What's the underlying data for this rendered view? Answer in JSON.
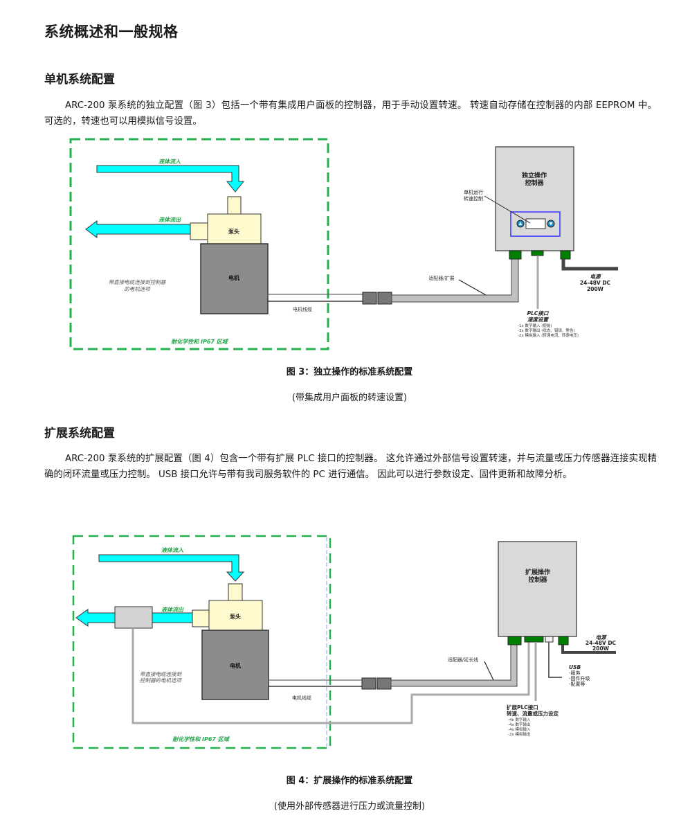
{
  "page": {
    "title": "系统概述和一般规格",
    "section1": {
      "heading": "单机系统配置",
      "paragraph": "ARC-200 泵系统的独立配置（图 3）包括一个带有集成用户面板的控制器，用于手动设置转速。 转速自动存储在控制器的内部 EEPROM 中。 可选的，转速也可以用模拟信号设置。",
      "figure": {
        "caption": "图 3：独立操作的标准系统配置",
        "subcaption": "(带集成用户面板的转速设置)",
        "labels": {
          "inflow": "液体流入",
          "outflow": "液体流出",
          "pump_head": "泵头",
          "motor": "电机",
          "motor_option_line1": "带直接电缆连接到控制器",
          "motor_option_line2": "的电机选项",
          "motor_cable": "电机线缆",
          "zone": "耐化学性和 IP67 区域",
          "controller_line1": "独立操作",
          "controller_line2": "控制器",
          "panel_note_line1": "单机运行",
          "panel_note_line2": "转速控制",
          "adapter": "适配器/扩展",
          "power_title": "电源",
          "power_voltage": "24-48V DC",
          "power_watt": "200W",
          "plc_title": "PLC接口",
          "plc_sub": "速度设置",
          "plc_items": [
            "-1x 数字输入 (使能)",
            "-3x 数字输出 (状态、错误、警告)",
            "-2x 模拟输入 (转速电流、转速电压)"
          ]
        }
      }
    },
    "section2": {
      "heading": "扩展系统配置",
      "paragraph": "ARC-200 泵系统的扩展配置（图 4）包含一个带有扩展 PLC 接口的控制器。 这允许通过外部信号设置转速，并与流量或压力传感器连接实现精确的闭环流量或压力控制。 USB 接口允许与带有我司服务软件的 PC 进行通信。 因此可以进行参数设定、固件更新和故障分析。",
      "figure": {
        "caption": "图 4：扩展操作的标准系统配置",
        "subcaption": "(使用外部传感器进行压力或流量控制)",
        "labels": {
          "inflow": "液体流入",
          "outflow": "液体流出",
          "pump_head": "泵头",
          "motor": "电机",
          "motor_option_line1": "带直接电缆连接到",
          "motor_option_line2": "控制器的电机选项",
          "motor_cable": "电机线缆",
          "zone": "耐化学性和 IP67 区域",
          "controller_line1": "扩展操作",
          "controller_line2": "控制器",
          "adapter": "适配器/延长线",
          "power_title": "电源",
          "power_voltage": "24-48V DC",
          "power_watt": "200W",
          "usb_title": "USB",
          "usb_items": [
            "-服务",
            "-固件升级",
            "-配置等"
          ],
          "plc_title": "扩展PLC接口",
          "plc_sub": "转速、流量或压力设定",
          "plc_items": [
            "-4x 数字输入",
            "-4x 数字输出",
            "-4x 模拟输入",
            "-2x 模拟输出"
          ]
        }
      }
    }
  },
  "colors": {
    "zone_green": "#22b14c",
    "fluid_cyan": "#00ffff",
    "pump_yellow": "#fffacd",
    "motor_gray": "#8c8c8c",
    "controller_gray": "#d9d9d9",
    "connector_green": "#008000",
    "panel_blue": "#3333ff",
    "label_green": "#22a64a"
  }
}
